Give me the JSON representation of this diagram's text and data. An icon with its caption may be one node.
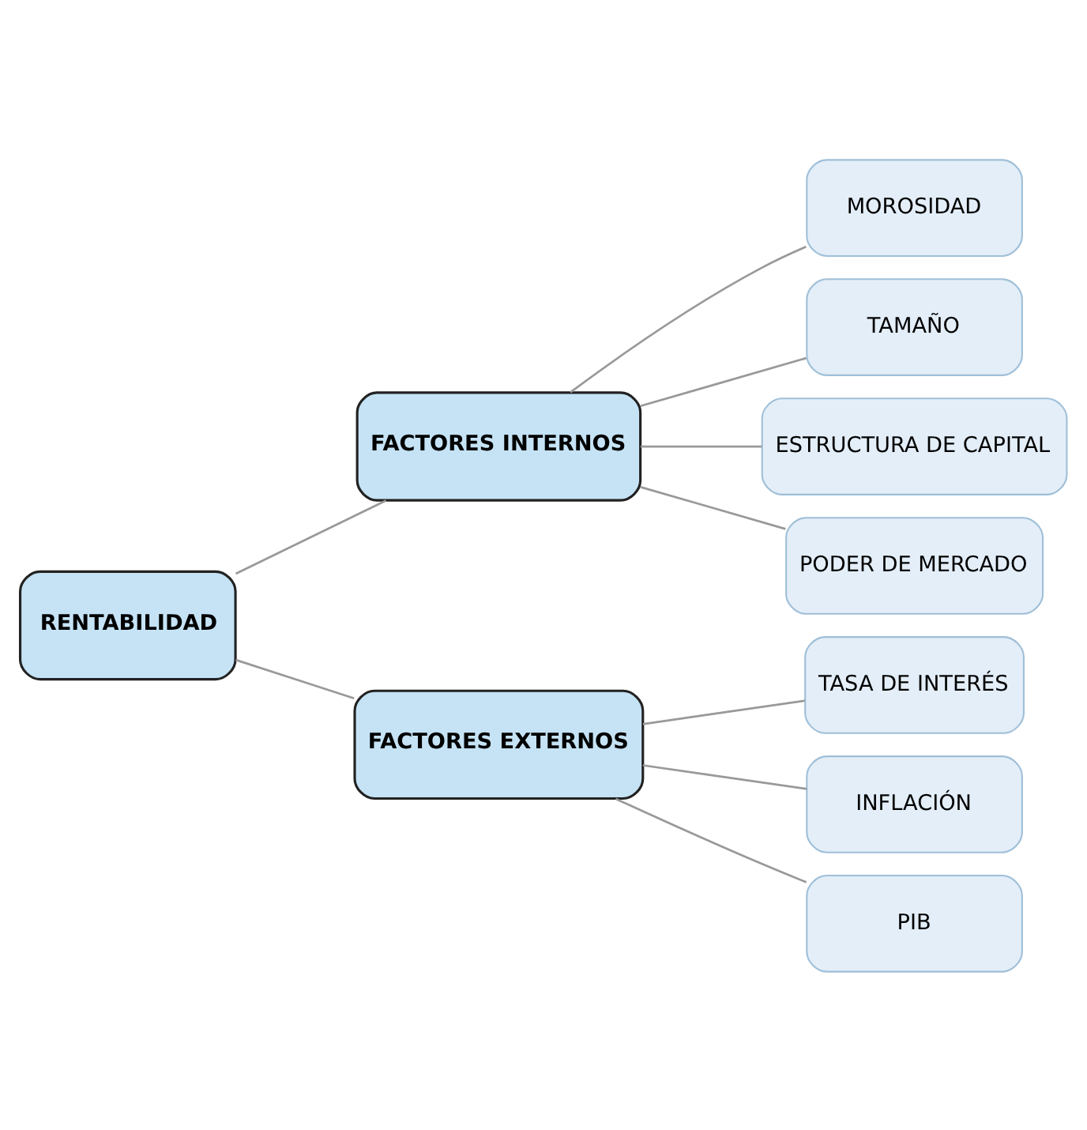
{
  "diagram": {
    "nodes": [
      {
        "text": [
          "RENTABILIDAD"
        ]
      },
      {
        "text": [
          "FACTORES INTERNOS"
        ]
      },
      {
        "text": [
          "FACTORES EXTERNOS"
        ]
      },
      {
        "text": [
          "MOROSIDAD"
        ]
      },
      {
        "text": [
          "TAMAÑO"
        ]
      },
      {
        "text": [
          "ESTRUCTURA DE CAPITAL"
        ]
      },
      {
        "text": [
          "PODER DE MERCADO"
        ]
      },
      {
        "text": [
          "TASA DE INTERÉS"
        ]
      },
      {
        "text": [
          "INFLACIÓN"
        ]
      },
      {
        "text": [
          "PIB"
        ]
      }
    ],
    "edges": [
      {
        "from": 0,
        "to": 1,
        "arrow": "none"
      },
      {
        "from": 0,
        "to": 2,
        "arrow": "none"
      },
      {
        "from": 1,
        "to": 3,
        "arrow": "none"
      },
      {
        "from": 1,
        "to": 4,
        "arrow": "none"
      },
      {
        "from": 1,
        "to": 5,
        "arrow": "none"
      },
      {
        "from": 1,
        "to": 6,
        "arrow": "none"
      },
      {
        "from": 2,
        "to": 7,
        "arrow": "none"
      },
      {
        "from": 2,
        "to": 8,
        "arrow": "none"
      },
      {
        "from": 2,
        "to": 9,
        "arrow": "none"
      }
    ]
  }
}
